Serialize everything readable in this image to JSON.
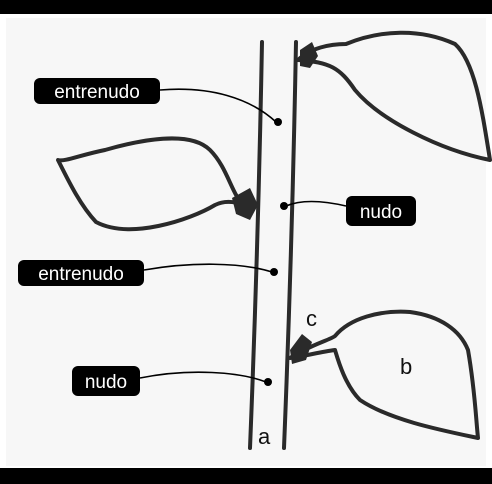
{
  "labels": {
    "entrenudo_top": "entrenudo",
    "nudo_right": "nudo",
    "entrenudo_mid": "entrenudo",
    "nudo_bottom": "nudo"
  },
  "letters": {
    "a": "a",
    "b": "b",
    "c": "c"
  },
  "colors": {
    "ink": "#2a2a2a",
    "label_bg": "#000000",
    "label_text": "#ffffff",
    "paper": "#f7f7f7"
  }
}
